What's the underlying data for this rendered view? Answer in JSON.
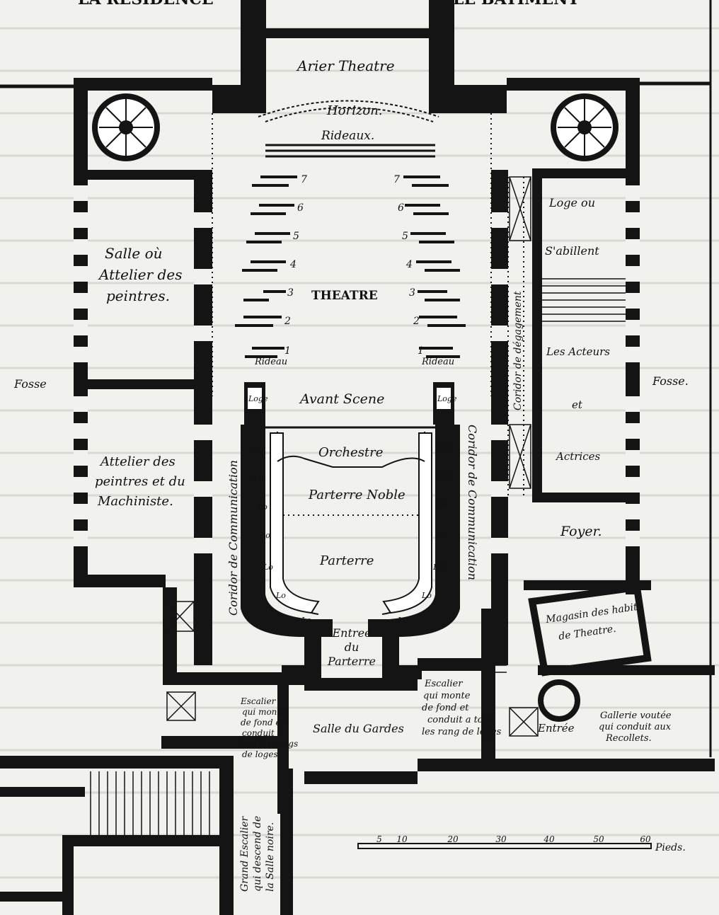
{
  "top_heading_left": "LA RESIDENCE",
  "top_heading_right": "LE BATIMENT",
  "rooms": {
    "arrier_theatre": "Arier Theatre",
    "horizon": "Horizon.",
    "rideaux": "Rideaux.",
    "theatre": "THEATRE",
    "rideau": "Rideau",
    "avant_scene": "Avant Scene",
    "orchestre": "Orchestre",
    "parterre_noble": "Parterre Noble",
    "parterre": "Parterre",
    "entree_parterre": [
      "Entree",
      "du",
      "Parterre"
    ],
    "loge": "Loge",
    "lo": "Lo",
    "salle_peintres": [
      "Salle où",
      "Attelier des",
      "peintres."
    ],
    "attelier_machiniste": [
      "Attelier des",
      "peintres et du",
      "Machiniste."
    ],
    "corridor_communication": "Coridor de Communication",
    "corridor_degagement": "Coridor de dégagement",
    "loge_habillent": [
      "Loge ou",
      "S'abillent"
    ],
    "acteurs": [
      "Les Acteurs",
      "et",
      "Actrices"
    ],
    "foyer": "Foyer.",
    "magasin": [
      "Magasin des habits",
      "de Theatre."
    ],
    "fosse_left": "Fosse",
    "fosse_right": "Fosse.",
    "escalier_left": [
      "Escalier",
      "qui monte",
      "de fond et",
      "conduit a",
      "tous les rangs",
      "de loges"
    ],
    "salle_gardes": "Salle du Gardes",
    "escalier_right": [
      "Escalier",
      "qui monte",
      "de fond et",
      "conduit a tous",
      "les rang de loges"
    ],
    "entree": "Entrée",
    "gallerie": [
      "Gallerie voutée",
      "qui conduit aux",
      "Recollets."
    ],
    "grand_escalier": [
      "Grand Escalier",
      "qui descend de",
      "la Salle noire."
    ]
  },
  "wing_numbers": [
    "1",
    "2",
    "3",
    "4",
    "5",
    "6",
    "7"
  ],
  "scale": {
    "ticks": [
      "5",
      "10",
      "20",
      "30",
      "40",
      "50",
      "60"
    ],
    "unit": "Pieds."
  }
}
